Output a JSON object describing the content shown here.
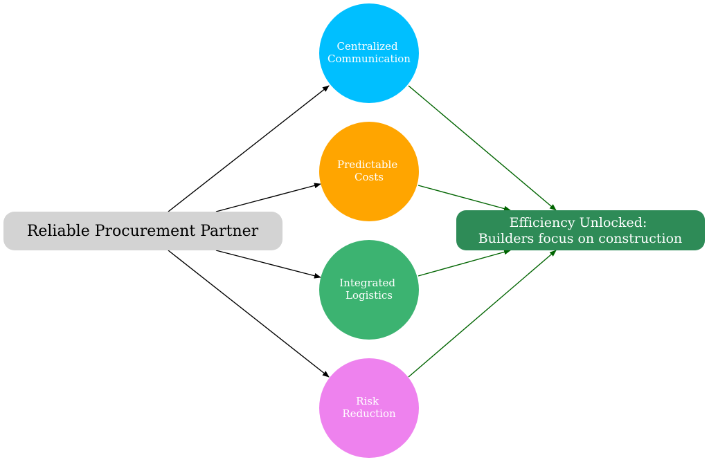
{
  "source": {
    "label": "Reliable Procurement Partner",
    "color": "#d3d3d3"
  },
  "benefits": [
    {
      "line1": "Centralized",
      "line2": "Communication",
      "color": "#00bfff"
    },
    {
      "line1": "Predictable",
      "line2": "Costs",
      "color": "#ffa500"
    },
    {
      "line1": "Integrated",
      "line2": "Logistics",
      "color": "#3cb371"
    },
    {
      "line1": "Risk",
      "line2": "Reduction",
      "color": "#ee82ee"
    }
  ],
  "outcome": {
    "line1": "Efficiency Unlocked:",
    "line2": "Builders focus on construction",
    "color": "#2e8b57"
  },
  "edge_colors": {
    "source_edges": "#000000",
    "outcome_edges": "#006400"
  }
}
